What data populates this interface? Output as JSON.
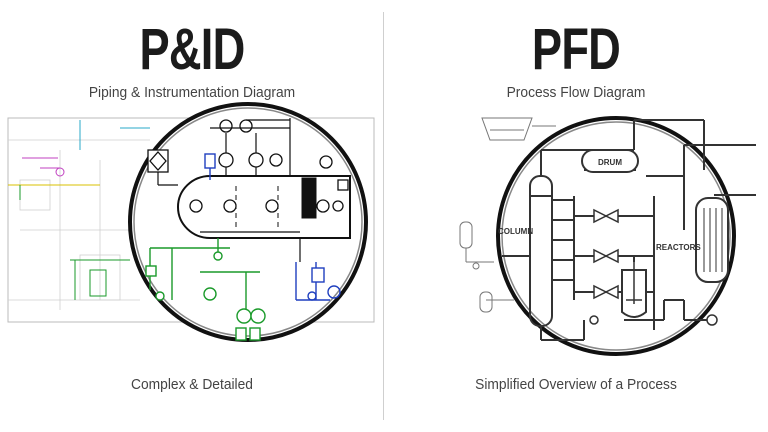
{
  "pid": {
    "title": "P&ID",
    "subtitle": "Piping & Instrumentation Diagram",
    "caption": "Complex & Detailed"
  },
  "pfd": {
    "title": "PFD",
    "subtitle": "Process Flow Diagram",
    "caption": "Simplified Overview of a Process",
    "labels": {
      "column": "COLUMN",
      "drum": "DRUM",
      "reactors": "REACTORS"
    }
  },
  "colors": {
    "text": "#222222",
    "divider": "#cfcfcf",
    "pid_green": "#1a9a2a",
    "pid_blue": "#1f3fbf",
    "pid_magenta": "#c040c0",
    "pid_cyan": "#2aa8c8",
    "pid_yellow": "#d8c000"
  }
}
